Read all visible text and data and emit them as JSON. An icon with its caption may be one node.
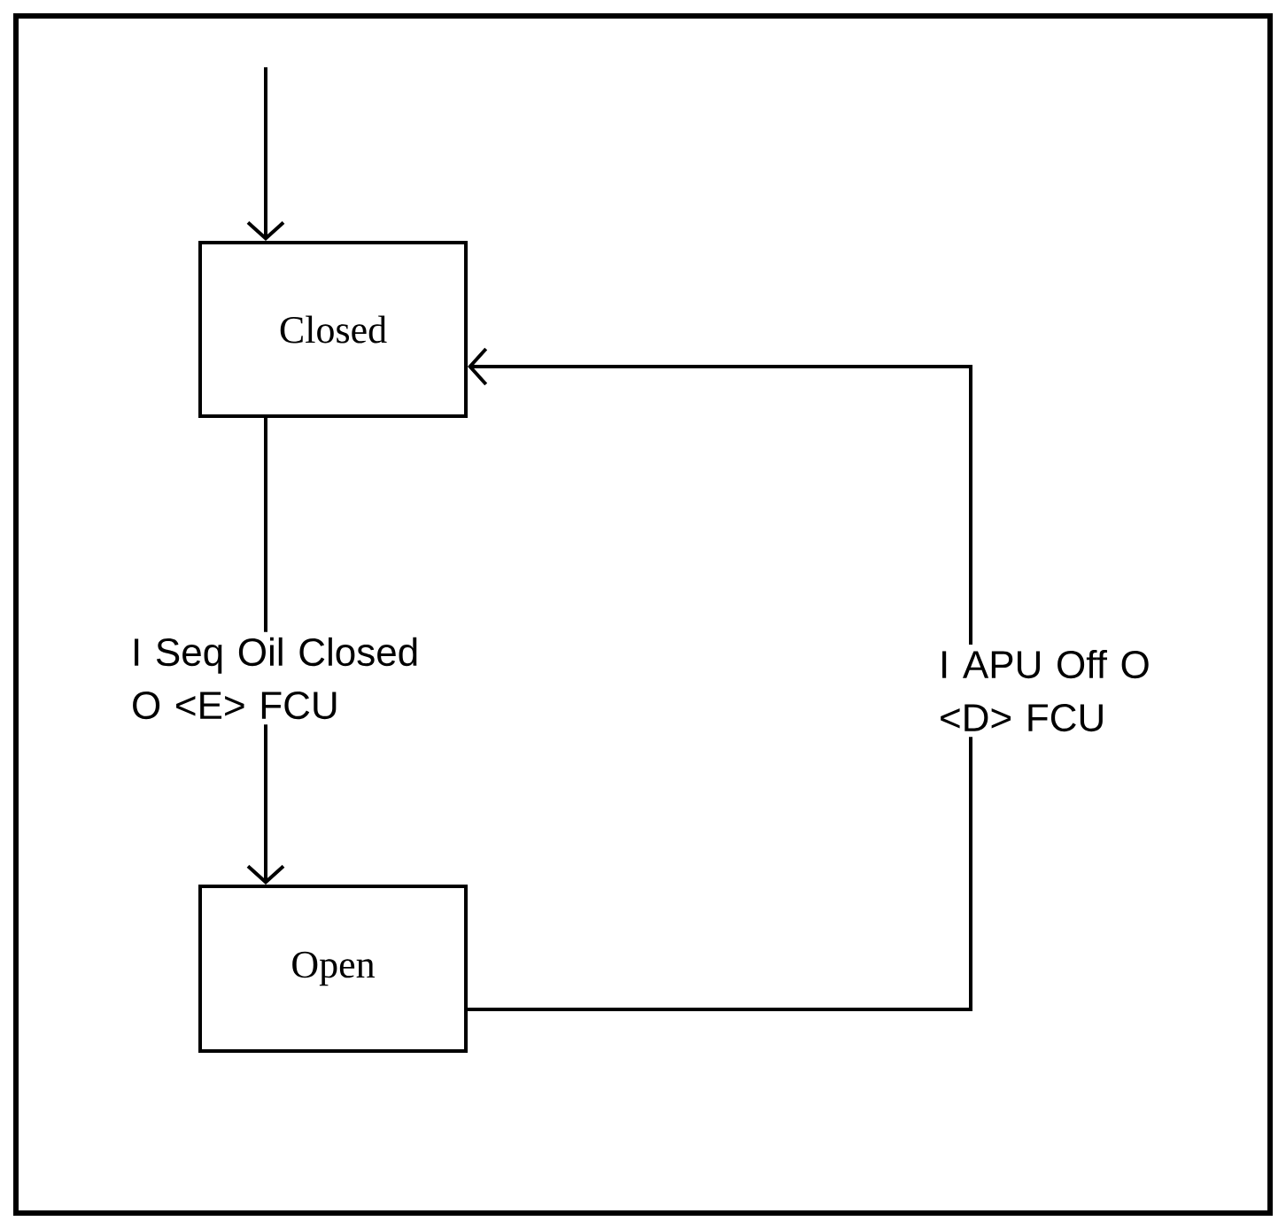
{
  "diagram": {
    "nodes": [
      {
        "text": [
          "Closed"
        ]
      },
      {
        "text": [
          "Open"
        ]
      }
    ],
    "edges": [
      {
        "from": null,
        "to": 0,
        "arrow": "to"
      },
      {
        "from": 0,
        "to": 1,
        "arrow": "to",
        "label": "I Seq Oil Closed O <E> FCU"
      },
      {
        "from": 1,
        "to": 0,
        "arrow": "to",
        "label": "I APU Off O <D> FCU"
      }
    ]
  }
}
